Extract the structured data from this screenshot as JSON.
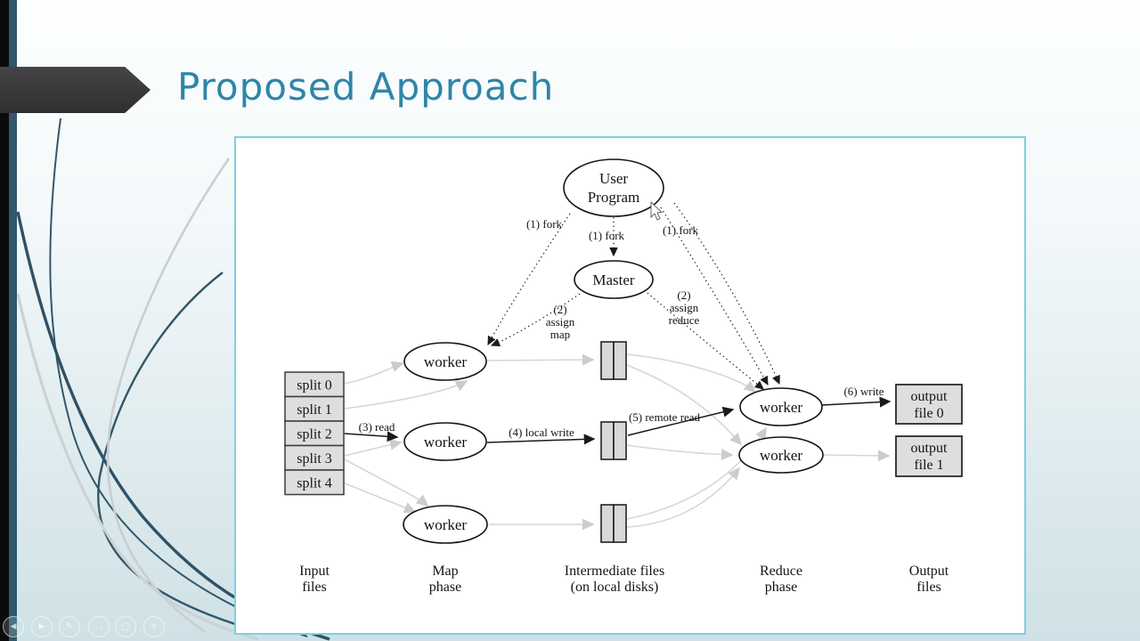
{
  "slide": {
    "title": "Proposed Approach"
  },
  "colors": {
    "accent_bar": "#31586d",
    "title_text": "#2e86a8",
    "title_arrow": "#3b3b3d",
    "panel_border": "#7fd0de",
    "node_fill": "#ffffff",
    "box_fill": "#dedede",
    "gray_edge": "#d6d6d6",
    "black_edge": "#1a1a1a",
    "background_bottom": "#cfe1e6"
  },
  "diagram": {
    "nodes": {
      "user_program": {
        "line1": "User",
        "line2": "Program"
      },
      "master": {
        "label": "Master"
      },
      "map_workers": [
        {
          "label": "worker"
        },
        {
          "label": "worker"
        },
        {
          "label": "worker"
        }
      ],
      "reduce_workers": [
        {
          "label": "worker"
        },
        {
          "label": "worker"
        }
      ],
      "splits": [
        {
          "label": "split 0"
        },
        {
          "label": "split 1"
        },
        {
          "label": "split 2"
        },
        {
          "label": "split 3"
        },
        {
          "label": "split 4"
        }
      ],
      "output_files": [
        {
          "line1": "output",
          "line2": "file 0"
        },
        {
          "line1": "output",
          "line2": "file 1"
        }
      ]
    },
    "edge_labels": {
      "fork_left": "(1) fork",
      "fork_mid": "(1) fork",
      "fork_right": "(1) fork",
      "assign_map": {
        "l1": "(2)",
        "l2": "assign",
        "l3": "map"
      },
      "assign_reduce": {
        "l1": "(2)",
        "l2": "assign",
        "l3": "reduce"
      },
      "read": "(3) read",
      "local_write": "(4) local write",
      "remote_read": "(5) remote read",
      "write": "(6) write"
    },
    "columns": [
      {
        "line1": "Input",
        "line2": "files"
      },
      {
        "line1": "Map",
        "line2": "phase"
      },
      {
        "line1": "Intermediate files",
        "line2": "(on local disks)"
      },
      {
        "line1": "Reduce",
        "line2": "phase"
      },
      {
        "line1": "Output",
        "line2": "files"
      }
    ]
  },
  "player": {
    "controls": [
      {
        "name": "previous",
        "glyph": "◀"
      },
      {
        "name": "play",
        "glyph": "▶"
      },
      {
        "name": "annotate",
        "glyph": "✎"
      },
      {
        "name": "screen",
        "glyph": "⛶"
      },
      {
        "name": "record",
        "glyph": "◯"
      },
      {
        "name": "settings",
        "glyph": "✳"
      }
    ]
  }
}
